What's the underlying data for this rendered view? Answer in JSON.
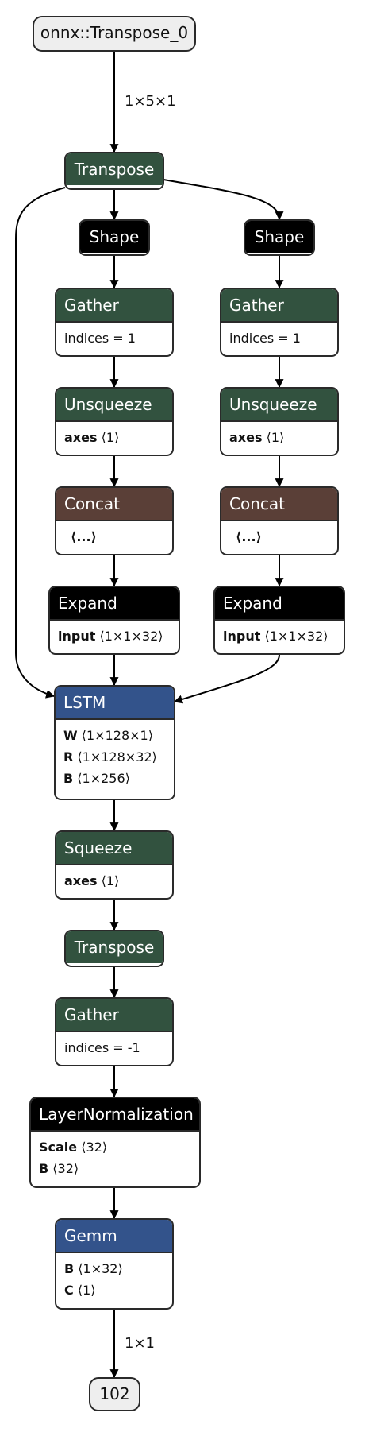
{
  "graph": {
    "input": {
      "label": "onnx::Transpose_0",
      "edge_label": "1×5×1"
    },
    "transpose_top": {
      "label": "Transpose"
    },
    "shape_left": {
      "label": "Shape"
    },
    "shape_right": {
      "label": "Shape"
    },
    "gather_left": {
      "label": "Gather",
      "attr": "indices = 1"
    },
    "gather_right": {
      "label": "Gather",
      "attr": "indices = 1"
    },
    "unsqueeze_left": {
      "label": "Unsqueeze",
      "attr_name": "axes",
      "attr_value": "⟨1⟩"
    },
    "unsqueeze_right": {
      "label": "Unsqueeze",
      "attr_name": "axes",
      "attr_value": "⟨1⟩"
    },
    "concat_left": {
      "label": "Concat",
      "attr_value": "⟨...⟩"
    },
    "concat_right": {
      "label": "Concat",
      "attr_value": "⟨...⟩"
    },
    "expand_left": {
      "label": "Expand",
      "attr_name": "input",
      "attr_value": "⟨1×1×32⟩"
    },
    "expand_right": {
      "label": "Expand",
      "attr_name": "input",
      "attr_value": "⟨1×1×32⟩"
    },
    "lstm": {
      "label": "LSTM",
      "attrs": [
        {
          "name": "W",
          "value": "⟨1×128×1⟩"
        },
        {
          "name": "R",
          "value": "⟨1×128×32⟩"
        },
        {
          "name": "B",
          "value": "⟨1×256⟩"
        }
      ]
    },
    "squeeze": {
      "label": "Squeeze",
      "attr_name": "axes",
      "attr_value": "⟨1⟩"
    },
    "transpose_mid": {
      "label": "Transpose"
    },
    "gather_end": {
      "label": "Gather",
      "attr": "indices = -1"
    },
    "layernorm": {
      "label": "LayerNormalization",
      "attrs": [
        {
          "name": "Scale",
          "value": "⟨32⟩"
        },
        {
          "name": "B",
          "value": "⟨32⟩"
        }
      ]
    },
    "gemm": {
      "label": "Gemm",
      "attrs": [
        {
          "name": "B",
          "value": "⟨1×32⟩"
        },
        {
          "name": "C",
          "value": "⟨1⟩"
        }
      ]
    },
    "output": {
      "label": "102",
      "edge_label": "1×1"
    }
  },
  "colors": {
    "operator": "#32523f",
    "shape_op": "#000000",
    "concat_op": "#5a3f37",
    "layer_op": "#33538b",
    "io_fill": "#eeeeee",
    "edge": "#000000"
  }
}
